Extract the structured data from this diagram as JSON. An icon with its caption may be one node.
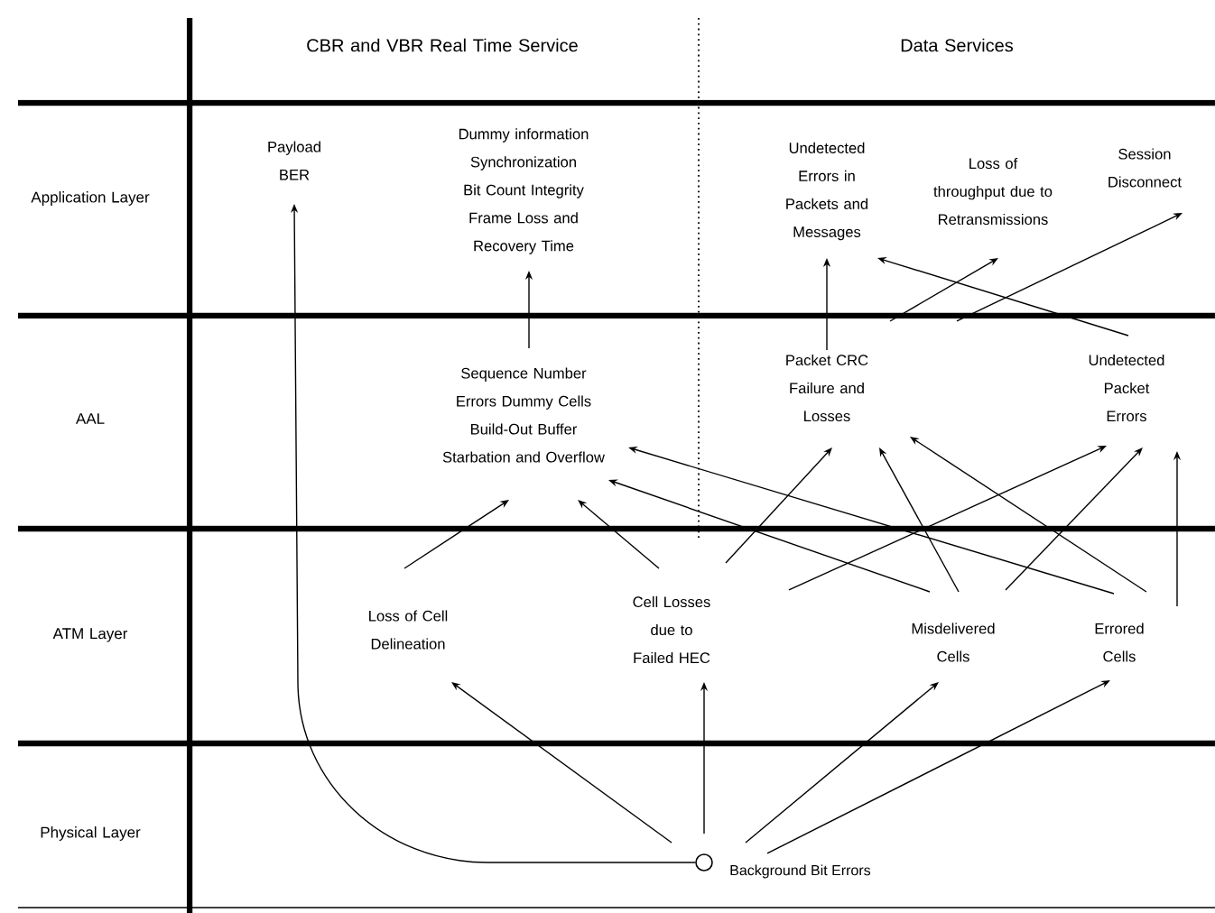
{
  "diagram": {
    "nodes": [
      {
        "text": [
          "Payload BER"
        ]
      },
      {
        "text": [
          "Dummy information Synchronization Bit Count Integrity Frame Loss and Recovery Time"
        ]
      },
      {
        "text": [
          "Undetected Errors in Packets and Messages"
        ]
      },
      {
        "text": [
          "Loss of throughput due to Retransmissions"
        ]
      },
      {
        "text": [
          "Session Disconnect"
        ]
      },
      {
        "text": [
          "Sequence Number Errors Dummy Cells Build-Out Buffer Starbation and Overflow"
        ]
      },
      {
        "text": [
          "Packet CRC Failure and Losses"
        ]
      },
      {
        "text": [
          "Undetected Packet Errors"
        ]
      },
      {
        "text": [
          "Loss of Cell Delineation"
        ]
      },
      {
        "text": [
          "Cell Losses due to Failed HEC"
        ]
      },
      {
        "text": [
          "Misdelivered Cells"
        ]
      },
      {
        "text": [
          "Errored Cells"
        ]
      },
      {
        "text": [],
        "shape": "circle",
        "beside": [
          "Background Bit Errors"
        ]
      }
    ],
    "edges": [
      {
        "from": 12,
        "to": 0,
        "arrow": "to"
      },
      {
        "from": 5,
        "to": 1,
        "arrow": "to"
      },
      {
        "from": 6,
        "to": 2,
        "arrow": "to"
      },
      {
        "from": 6,
        "to": 3,
        "arrow": "to"
      },
      {
        "from": 6,
        "to": 4,
        "arrow": "to"
      },
      {
        "from": 7,
        "to": 2,
        "arrow": "to"
      },
      {
        "from": 8,
        "to": 5,
        "arrow": "to"
      },
      {
        "from": 9,
        "to": 5,
        "arrow": "to"
      },
      {
        "from": 9,
        "to": 6,
        "arrow": "to"
      },
      {
        "from": 9,
        "to": 7,
        "arrow": "to"
      },
      {
        "from": 10,
        "to": 5,
        "arrow": "to"
      },
      {
        "from": 10,
        "to": 6,
        "arrow": "to"
      },
      {
        "from": 10,
        "to": 7,
        "arrow": "to"
      },
      {
        "from": 11,
        "to": 5,
        "arrow": "to"
      },
      {
        "from": 11,
        "to": 6,
        "arrow": "to"
      },
      {
        "from": 11,
        "to": 7,
        "arrow": "to"
      },
      {
        "from": 12,
        "to": 8,
        "arrow": "to"
      },
      {
        "from": 12,
        "to": 9,
        "arrow": "to"
      },
      {
        "from": 12,
        "to": 10,
        "arrow": "to"
      },
      {
        "from": 12,
        "to": 11,
        "arrow": "to"
      }
    ],
    "labels": [
      "CBR and VBR Real Time Service",
      "Data Services",
      "Application Layer",
      "AAL",
      "ATM Layer",
      "Physical Layer"
    ]
  }
}
